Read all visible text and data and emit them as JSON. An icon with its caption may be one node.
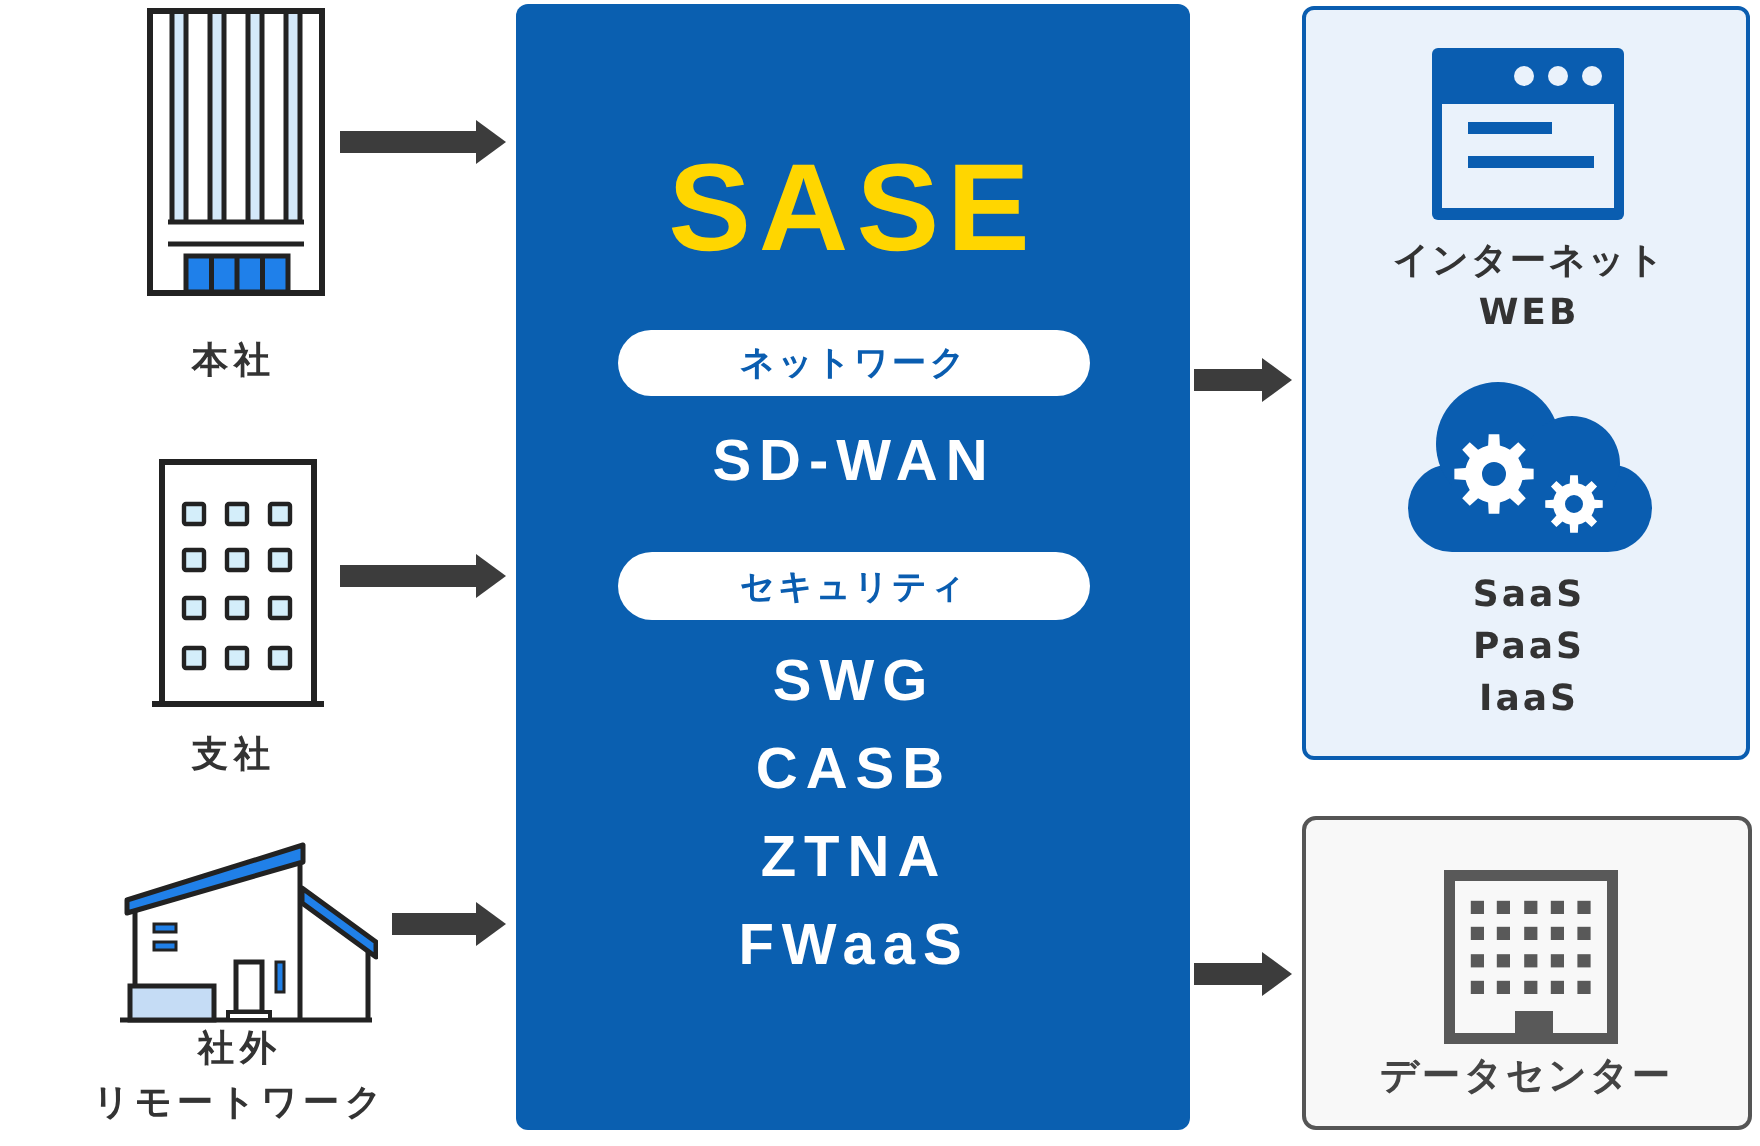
{
  "diagram": {
    "nodes": [
      {
        "text": [
          "本社"
        ]
      },
      {
        "text": [
          "支社"
        ]
      },
      {
        "text": [
          "社外",
          "リモートワーク"
        ]
      },
      {
        "text": [
          "SASE"
        ]
      },
      {
        "text": [
          "ネットワーク"
        ],
        "in": 3,
        "beside": [
          "SD-WAN"
        ]
      },
      {
        "text": [
          "セキュリティ"
        ],
        "in": 3,
        "beside": [
          "SWG",
          "CASB",
          "ZTNA",
          "FWaaS"
        ]
      },
      {
        "text": [],
        "shape": "box"
      },
      {
        "text": [
          "インターネット WEB"
        ],
        "in": 6
      },
      {
        "text": [
          "SaaS PaaS IaaS"
        ],
        "in": 6
      },
      {
        "text": [
          "データセンター"
        ]
      }
    ],
    "edges": [
      {
        "from": 0,
        "to": 3,
        "arrow": "to"
      },
      {
        "from": 1,
        "to": 3,
        "arrow": "to"
      },
      {
        "from": 2,
        "to": 3,
        "arrow": "to"
      },
      {
        "from": 3,
        "to": 6,
        "arrow": "to"
      },
      {
        "from": 3,
        "to": 9,
        "arrow": "to"
      }
    ]
  }
}
